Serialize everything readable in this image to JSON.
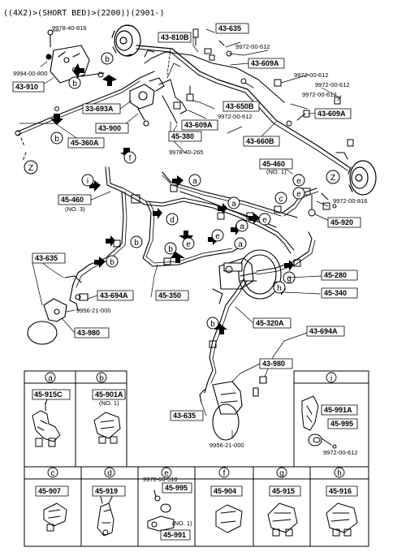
{
  "header": {
    "title": "((4X2)>(SHORT BED)>(2200))(2901-)"
  },
  "colors": {
    "ink": "#000000",
    "paper": "#ffffff"
  },
  "parts": {
    "p43_635_top": "43-635",
    "p9978_40_816": "9978-40-816",
    "p43_810B": "43-810B",
    "p9972_00_612_a": "9972-00-612",
    "p43_609A_a": "43-609A",
    "p9972_00_612_b": "9972-00-612",
    "p9994_00_800": "9994-00-800",
    "p43_910": "43-910",
    "p9972_00_612_c": "9972-00-612",
    "p9972_00_612_d": "9972-00-612",
    "p33_693A": "33-693A",
    "p43_650B": "43-650B",
    "p43_609A_b": "43-609A",
    "p9972_00_612_e": "9972-00-612",
    "p43_900": "43-900",
    "p43_609A_c": "43-609A",
    "p45_380": "45-380",
    "p45_360A": "45-360A",
    "p43_660B": "43-660B",
    "p9978_40_265": "9978-40-265",
    "p45_460_no1": "45-460",
    "no1_a": "(NO. 1)",
    "p45_460_no3": "45-460",
    "no3": "(NO. 3)",
    "p9972_00_816": "9972-00-816",
    "p45_920": "45-920",
    "p43_635_left": "43-635",
    "p45_280": "45-280",
    "p45_340": "45-340",
    "p43_694A_left": "43-694A",
    "p9956_21_000_left": "9956-21-000",
    "p45_350": "45-350",
    "p43_980_left": "43-980",
    "p45_320A": "45-320A",
    "p43_694A_right": "43-694A",
    "p43_980_right": "43-980",
    "p43_635_bottom": "43-635",
    "p9956_21_000_right": "9956-21-000"
  },
  "callouts": {
    "a": "a",
    "b": "b",
    "c": "c",
    "d": "d",
    "e": "e",
    "f": "f",
    "g": "g",
    "h": "h",
    "i": "i",
    "z": "Z"
  },
  "detail_boxes": {
    "a": {
      "letter": "a",
      "part1": "45-915C",
      "part2": "45-901A",
      "note": "(NO. 1)"
    },
    "b": {
      "letter": "b"
    },
    "i": {
      "letter": "i",
      "part1": "45-991A",
      "part2": "45-995",
      "bolt": "9972-00-612"
    },
    "c": {
      "letter": "c",
      "part": "45-907"
    },
    "d": {
      "letter": "d",
      "part": "45-919"
    },
    "e": {
      "letter": "e",
      "bolt": "9978-60-510",
      "part1": "45-995",
      "note": "(NO. 1)",
      "part2": "45-991"
    },
    "f": {
      "letter": "f",
      "part": "45-904"
    },
    "g": {
      "letter": "g",
      "part": "45-915"
    },
    "h": {
      "letter": "h",
      "part": "45-916"
    }
  }
}
